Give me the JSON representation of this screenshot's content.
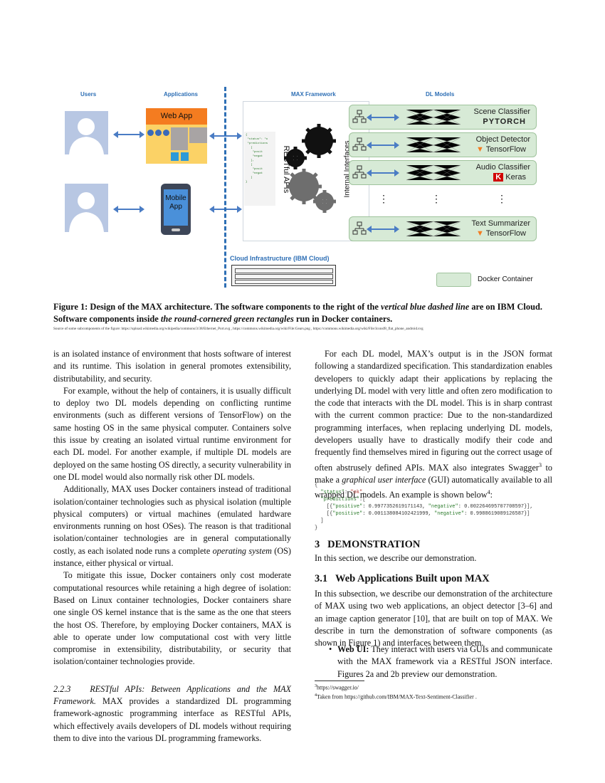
{
  "figure": {
    "labels": {
      "users": "Users",
      "applications": "Applications",
      "max_framework": "MAX Framework",
      "dl_models": "DL Models",
      "cloud": "Cloud Infrastructure (IBM Cloud)",
      "restful": "RESTful APIs",
      "internal": "Internal Interfaces",
      "docker": "Docker Container"
    },
    "apps": {
      "web": "Web App",
      "mobile": "Mobile App"
    },
    "models": [
      {
        "name": "Scene Classifier",
        "framework": "PYTORCH"
      },
      {
        "name": "Object Detector",
        "framework": "TensorFlow"
      },
      {
        "name": "Audio Classifier",
        "framework": "Keras"
      },
      {
        "name": "Text Summarizer",
        "framework": "TensorFlow"
      }
    ],
    "ellipsis": "⋮"
  },
  "caption": {
    "prefix": "Figure 1: Design of the MAX architecture. The software components to the right of the ",
    "em1": "vertical blue dashed line",
    "mid": " are on IBM Cloud. Software components inside ",
    "em2": "the round-cornered green rectangles",
    "suffix": " run in Docker containers.",
    "source": "Source of some subcomponents of the figure: https://upload.wikimedia.org/wikipedia/commons/3/38/Ethernet_Port.svg , https://commons.wikimedia.org/wiki/File:Gears.png , https://commons.wikimedia.org/wiki/File:Iconsf8_flat_phone_android.svg"
  },
  "left": {
    "p1": "is an isolated instance of environment that hosts software of interest and its runtime. This isolation in general promotes extensibility, distributability, and security.",
    "p2": "For example, without the help of containers, it is usually difficult to deploy two DL models depending on conflicting runtime environments (such as different versions of TensorFlow) on the same hosting OS in the same physical computer. Containers solve this issue by creating an isolated virtual runtime environment for each DL model. For another example, if multiple DL models are deployed on the same hosting OS directly, a security vulnerability in one DL model would also normally risk other DL models.",
    "p3a": "Additionally, MAX uses Docker containers instead of traditional isolation/container technologies such as physical isolation (multiple physical computers) or virtual machines (emulated hardware environments running on host OSes). The reason is that traditional isolation/container technologies are in general computationally costly, as each isolated node runs a complete ",
    "p3em": "operating system",
    "p3b": " (OS) instance, either physical or virtual.",
    "p4": "To mitigate this issue, Docker containers only cost moderate computational resources while retaining a high degree of isolation: Based on Linux container technologies, Docker containers share one single OS kernel instance that is the same as the one that steers the host OS. Therefore, by employing Docker containers, MAX is able to operate under low computational cost with very little compromise in extensibility, distributability, or security that isolation/container technologies provide.",
    "sec_num": "2.2.3",
    "sec_title": "RESTful APIs: Between Applications and the MAX Framework.",
    "p5": " MAX provides a standardized DL programming framework-agnostic programming interface as RESTful APIs, which effectively avails developers of DL models without requiring them to dive into the various DL programming frameworks."
  },
  "right": {
    "p1a": "For each DL model, MAX’s output is in the JSON format following a standardized specification. This standardization enables developers to quickly adapt their applications by replacing the underlying DL model with very little and often zero modification to the code that interacts with the DL model. This is in sharp contrast with the current common practice: Due to the non-standardized programming interfaces, when replacing underlying DL models, developers usually have to drastically modify their code and frequently find themselves mired in figuring out the correct usage of often abstrusely defined APIs. MAX also integrates Swagger",
    "sup3": "3",
    "p1b": " to make a ",
    "p1em": "graphical user interface",
    "p1c": " (GUI) automatically available to all wrapped DL models. An example is shown below",
    "sup4": "4",
    "p1d": ":",
    "code": {
      "open": "{",
      "status_key": "\"status\"",
      "status_val": "\"ok\"",
      "pred_key": "\"predictions\"",
      "row1_pos": "0.9977352619171143",
      "row1_neg": "0.002264695707708597",
      "row2_pos": "0.001138084102421999",
      "row2_neg": "0.9988619089126587",
      "pos_key": "\"positive\"",
      "neg_key": "\"negative\"",
      "close_arr": "]",
      "close": "}"
    },
    "h3_num": "3",
    "h3": "DEMONSTRATION",
    "p2": "In this section, we describe our demonstration.",
    "h31_num": "3.1",
    "h31": "Web Applications Built upon MAX",
    "p3": "In this subsection, we describe our demonstration of the architecture of MAX using two web applications, an object detector [3–6] and an image caption generator [10], that are built on top of MAX. We describe in turn the demonstration of software components (as shown in Figure 1) and interfaces between them.",
    "bullet_title": "Web UI:",
    "bullet_text": " They interact with users via GUIs and communicate with the MAX framework via a RESTful JSON interface. Figures 2a and 2b preview our demonstration.",
    "fn3_num": "3",
    "fn3": "https://swagger.io/",
    "fn4_num": "4",
    "fn4": "Taken from https://github.com/IBM/MAX-Text-Sentiment-Classifier ."
  },
  "colors": {
    "accent": "#2e6fb5",
    "docker_green": "#d7ead6",
    "web_app": "#f47c20"
  }
}
